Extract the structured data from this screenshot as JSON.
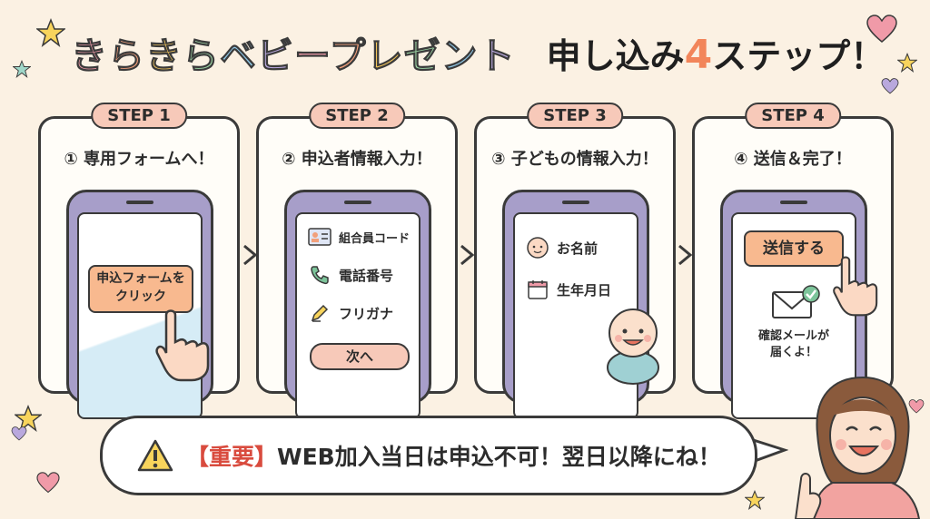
{
  "title": {
    "main": "きらきらベビープレゼント",
    "sub_prefix": "申し込み",
    "sub_number": "4",
    "sub_suffix": "ステップ！"
  },
  "steps": [
    {
      "label": "STEP 1",
      "title": "① 専用フォームへ！",
      "button": "申込フォームを\nクリック"
    },
    {
      "label": "STEP 2",
      "title": "② 申込者情報入力！",
      "fields": [
        "組合員コード",
        "電話番号",
        "フリガナ"
      ],
      "button": "次へ"
    },
    {
      "label": "STEP 3",
      "title": "③ 子どもの情報入力！",
      "fields": [
        "お名前",
        "生年月日"
      ]
    },
    {
      "label": "STEP 4",
      "title": "④ 送信＆完了！",
      "button": "送信する",
      "note": "確認メールが\n届くよ！"
    }
  ],
  "notice": {
    "tag": "【重要】",
    "text": "WEB加入当日は申込不可！翌日以降にね！"
  },
  "colors": {
    "background": "#fbf1e3",
    "pill": "#f7c9b9",
    "phone": "#a79ec9",
    "button": "#f8b98f",
    "warning": "#d94b3e",
    "accent_number": "#f2855a"
  },
  "icons": [
    "star-icon",
    "heart-icon",
    "pointing-hand-icon",
    "id-card-icon",
    "phone-icon",
    "pencil-icon",
    "baby-face-icon",
    "calendar-icon",
    "envelope-check-icon",
    "warning-icon"
  ]
}
